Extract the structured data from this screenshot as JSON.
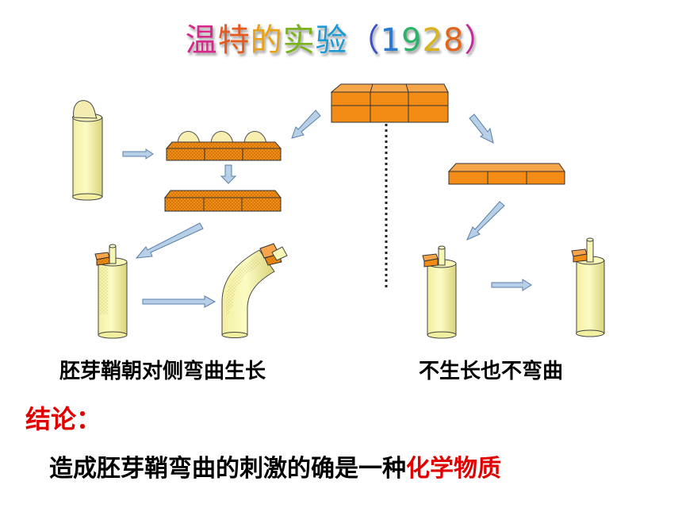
{
  "title": {
    "text": "温特的实验（1928）",
    "colors": [
      "#d62a8a",
      "#e55a1f",
      "#e8a21a",
      "#7bb31e",
      "#1f9bd4",
      "#3b4fc8",
      "#2a7ad0",
      "#2bb36a",
      "#d9b21f",
      "#e3651c",
      "#c22a9a"
    ]
  },
  "captions": {
    "left": "胚芽鞘朝对侧弯曲生长",
    "right": "不生长也不弯曲"
  },
  "conclusion": {
    "label": "结论：",
    "text_before": "造成胚芽鞘弯曲的刺激的确是一种",
    "highlight": "化学物质"
  },
  "colors": {
    "agar": "#f28c14",
    "coleoptile": "#fafaa5",
    "arrow": "#b8cfe8",
    "arrow_stroke": "#5a7fa8",
    "highlight": "#e00000"
  }
}
